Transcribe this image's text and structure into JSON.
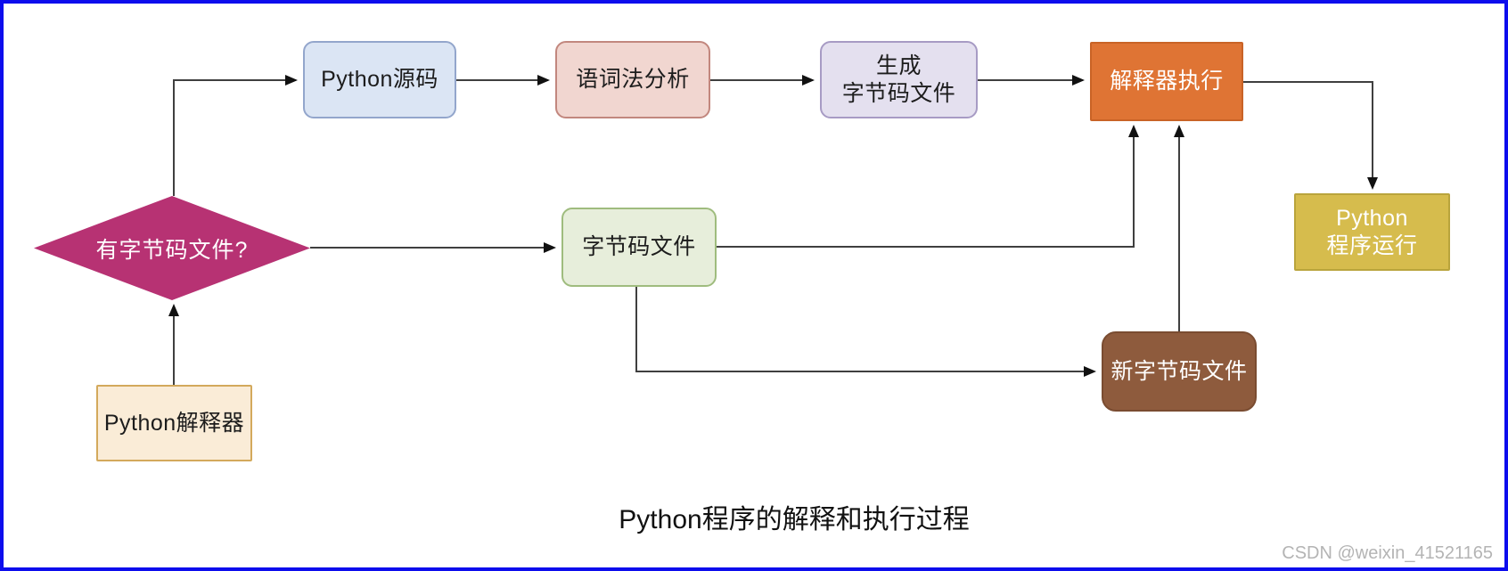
{
  "title": "Python程序的解释和执行过程",
  "watermark": "CSDN @weixin_41521165",
  "canvas": {
    "background": "#ffffff",
    "frame_color": "#0d0ded",
    "line_color": "#3f3f3f",
    "arrow_color": "#111111"
  },
  "nodes": {
    "python_source": {
      "label": "Python源码",
      "fill": "#dbe5f4",
      "border": "#93a6cc",
      "text_color": "#1c1c1c"
    },
    "lexical_analysis": {
      "label": "语词法分析",
      "fill": "#f1d6d0",
      "border": "#c2877e",
      "text_color": "#1c1c1c"
    },
    "generate_bytecode": {
      "label": "生成\n字节码文件",
      "fill": "#e4e0ef",
      "border": "#a79bc4",
      "text_color": "#1c1c1c"
    },
    "interpreter_execute": {
      "label": "解释器执行",
      "fill": "#df7434",
      "border": "#c96326",
      "text_color": "#ffffff"
    },
    "python_program_run": {
      "label": "Python\n程序运行",
      "fill": "#d6bc4d",
      "border": "#b9a43c",
      "text_color": "#ffffff"
    },
    "has_bytecode_decision": {
      "label": "有字节码文件?",
      "fill": "#b73273",
      "border": "#a62c68",
      "text_color": "#ffffff"
    },
    "bytecode_file": {
      "label": "字节码文件",
      "fill": "#e7eedb",
      "border": "#9fbc7e",
      "text_color": "#1c1c1c"
    },
    "python_interpreter": {
      "label": "Python解释器",
      "fill": "#faecd7",
      "border": "#d3a95c",
      "text_color": "#1c1c1c"
    },
    "new_bytecode_file": {
      "label": "新字节码文件",
      "fill": "#8e5b3d",
      "border": "#7a4c31",
      "text_color": "#ffffff"
    }
  },
  "edges": [
    {
      "from": "has_bytecode_decision",
      "to": "python_source"
    },
    {
      "from": "python_source",
      "to": "lexical_analysis"
    },
    {
      "from": "lexical_analysis",
      "to": "generate_bytecode"
    },
    {
      "from": "generate_bytecode",
      "to": "interpreter_execute"
    },
    {
      "from": "interpreter_execute",
      "to": "python_program_run"
    },
    {
      "from": "has_bytecode_decision",
      "to": "bytecode_file"
    },
    {
      "from": "bytecode_file",
      "to": "interpreter_execute"
    },
    {
      "from": "bytecode_file",
      "to": "new_bytecode_file"
    },
    {
      "from": "new_bytecode_file",
      "to": "interpreter_execute"
    },
    {
      "from": "python_interpreter",
      "to": "has_bytecode_decision"
    }
  ]
}
